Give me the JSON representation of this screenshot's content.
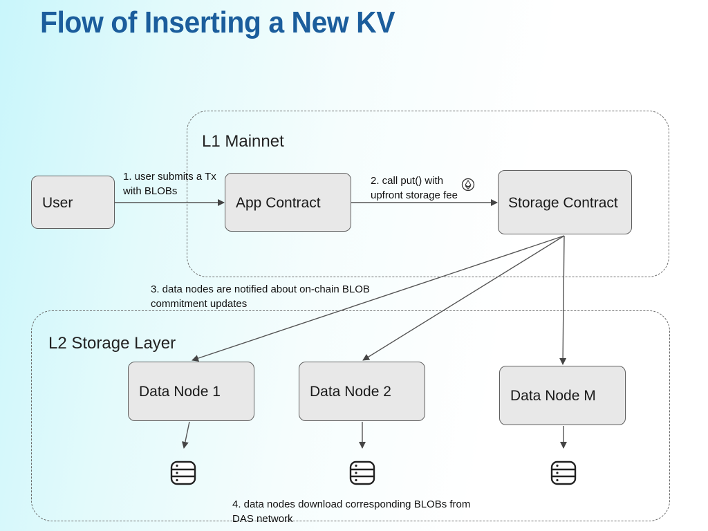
{
  "title": "Flow of Inserting a New KV",
  "regions": {
    "l1": "L1 Mainnet",
    "l2": "L2 Storage Layer"
  },
  "nodes": {
    "user": "User",
    "app_contract": "App Contract",
    "storage_contract": "Storage Contract",
    "data_node_1": "Data Node 1",
    "data_node_2": "Data Node 2",
    "data_node_m": "Data Node M"
  },
  "steps": {
    "step1_line1": "1. user submits a Tx",
    "step1_line2": "with BLOBs",
    "step2_line1": "2. call put() with",
    "step2_line2": "upfront storage fee",
    "step3_line1": "3. data nodes are notified about on-chain BLOB",
    "step3_line2": "commitment updates",
    "step4_line1": "4. data nodes download corresponding BLOBs from",
    "step4_line2": "DAS network"
  },
  "icons": {
    "fee": "ethereum-icon",
    "storage": "database-icon"
  }
}
